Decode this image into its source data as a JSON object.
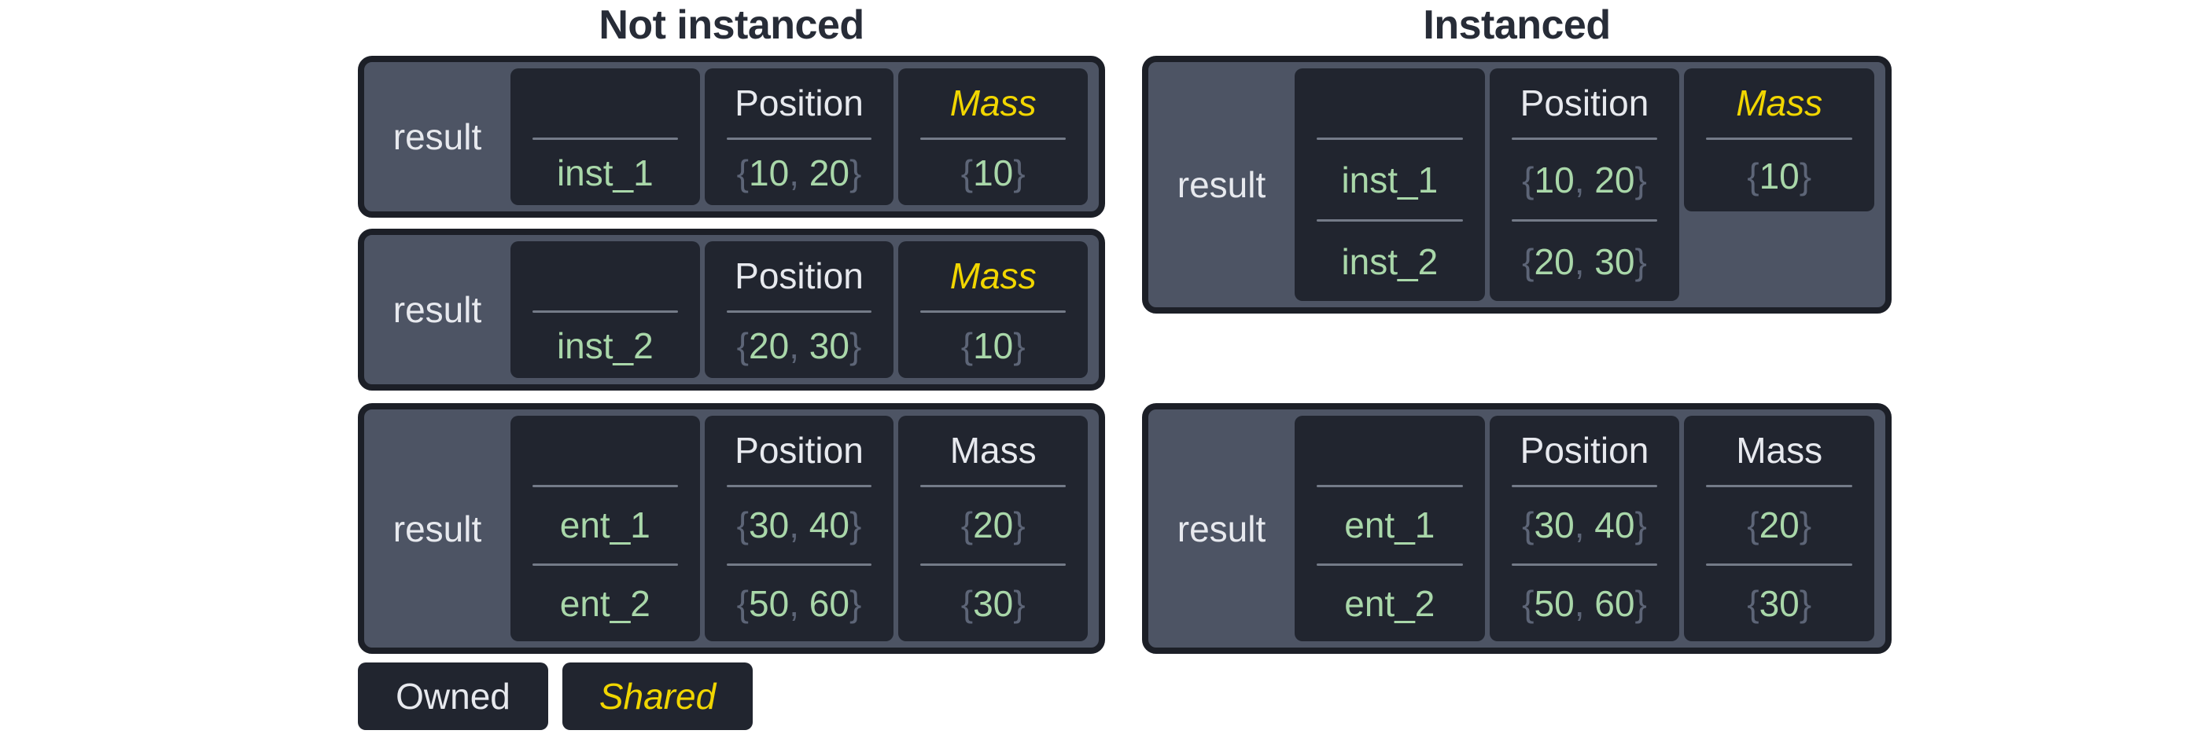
{
  "colors": {
    "page_background": "#ffffff",
    "table_frame": "#4d5464",
    "table_border": "#1c1f27",
    "cell_background": "#21252f",
    "text_light": "#e7e9ee",
    "value_green": "#a9d7a9",
    "punctuation_gray": "#5d6577",
    "divider_gray": "#747b88",
    "shared_yellow": "#f1d600",
    "title_dark": "#272c37"
  },
  "sections": {
    "not_instanced": {
      "title": "Not instanced",
      "tables": [
        {
          "result_label": "result",
          "columns": [
            {
              "header": "",
              "shared": false,
              "values": [
                "inst_1"
              ]
            },
            {
              "header": "Position",
              "shared": false,
              "values": [
                "{10, 20}"
              ]
            },
            {
              "header": "Mass",
              "shared": true,
              "values": [
                "{10}"
              ]
            }
          ]
        },
        {
          "result_label": "result",
          "columns": [
            {
              "header": "",
              "shared": false,
              "values": [
                "inst_2"
              ]
            },
            {
              "header": "Position",
              "shared": false,
              "values": [
                "{20, 30}"
              ]
            },
            {
              "header": "Mass",
              "shared": true,
              "values": [
                "{10}"
              ]
            }
          ]
        },
        {
          "result_label": "result",
          "columns": [
            {
              "header": "",
              "shared": false,
              "values": [
                "ent_1",
                "ent_2"
              ]
            },
            {
              "header": "Position",
              "shared": false,
              "values": [
                "{30, 40}",
                "{50, 60}"
              ]
            },
            {
              "header": "Mass",
              "shared": false,
              "values": [
                "{20}",
                "{30}"
              ]
            }
          ]
        }
      ]
    },
    "instanced": {
      "title": "Instanced",
      "tables": [
        {
          "result_label": "result",
          "columns": [
            {
              "header": "",
              "shared": false,
              "values": [
                "inst_1",
                "inst_2"
              ]
            },
            {
              "header": "Position",
              "shared": false,
              "values": [
                "{10, 20}",
                "{20, 30}"
              ]
            },
            {
              "header": "Mass",
              "shared": true,
              "values": [
                "{10}"
              ]
            }
          ]
        },
        {
          "result_label": "result",
          "columns": [
            {
              "header": "",
              "shared": false,
              "values": [
                "ent_1",
                "ent_2"
              ]
            },
            {
              "header": "Position",
              "shared": false,
              "values": [
                "{30, 40}",
                "{50, 60}"
              ]
            },
            {
              "header": "Mass",
              "shared": false,
              "values": [
                "{20}",
                "{30}"
              ]
            }
          ]
        }
      ]
    }
  },
  "legend": {
    "owned_label": "Owned",
    "shared_label": "Shared"
  }
}
